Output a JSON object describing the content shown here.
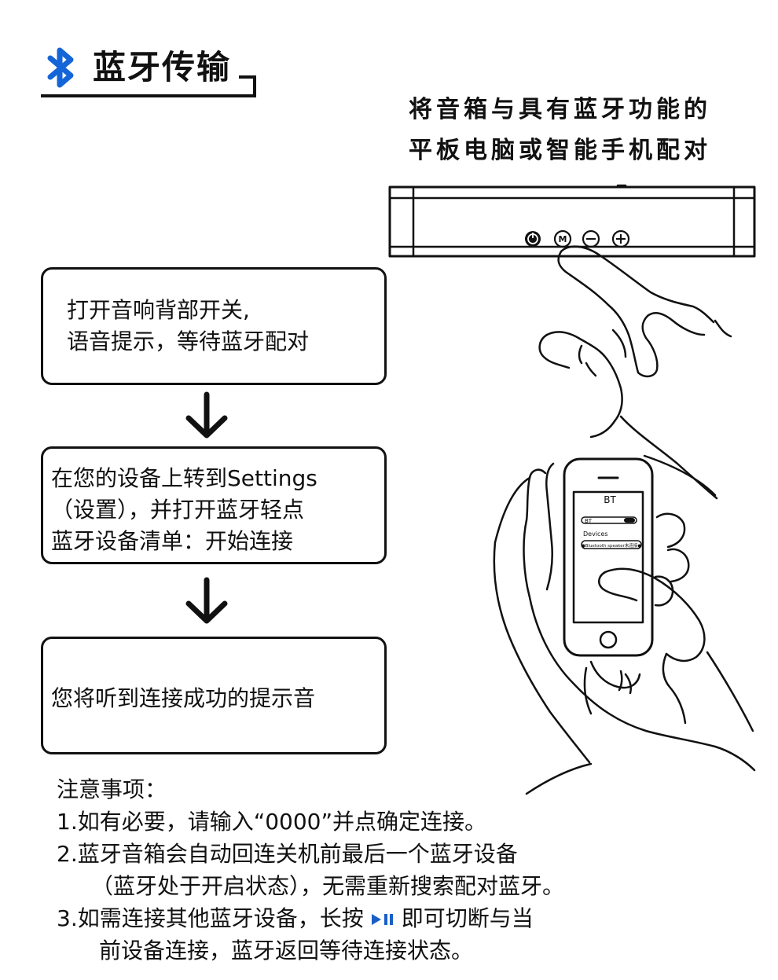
{
  "header": {
    "title": "蓝牙传输",
    "logo_icon": "bluetooth-icon"
  },
  "caption": {
    "line1": "将音箱与具有蓝牙功能的",
    "line2": "平板电脑或智能手机配对"
  },
  "steps": [
    {
      "lines": [
        "打开音响背部开关,",
        "语音提示，等待蓝牙配对"
      ]
    },
    {
      "lines": [
        "在您的设备上转到Settings",
        "（设置），并打开蓝牙轻点",
        "蓝牙设备清单：开始连接"
      ]
    },
    {
      "lines": [
        "您将听到连接成功的提示音"
      ]
    }
  ],
  "speaker": {
    "buttons": [
      "⏻",
      "M",
      "−",
      "+"
    ]
  },
  "phone": {
    "screen_title": "BT",
    "toggle_label": "BT",
    "devices_label": "Devices",
    "device_item": "●Bluetooth speaker未连接●"
  },
  "notes": {
    "heading": "注意事项：",
    "item1": "1.如有必要，请输入“0000”并点确定连接。",
    "item2_a": "2.蓝牙音箱会自动回连关机前最后一个蓝牙设备",
    "item2_b": "（蓝牙处于开启状态），无需重新搜索配对蓝牙。",
    "item3_a_pre": "3.如需连接其他蓝牙设备，长按",
    "item3_a_post": "即可切断与当",
    "item3_b": "前设备连接，蓝牙返回等待连接状态。",
    "play_pause_icon": "play-pause-icon"
  },
  "colors": {
    "logo_blue": "#1466d8",
    "play_blue": "#1a5fc8",
    "ink": "#111111"
  }
}
